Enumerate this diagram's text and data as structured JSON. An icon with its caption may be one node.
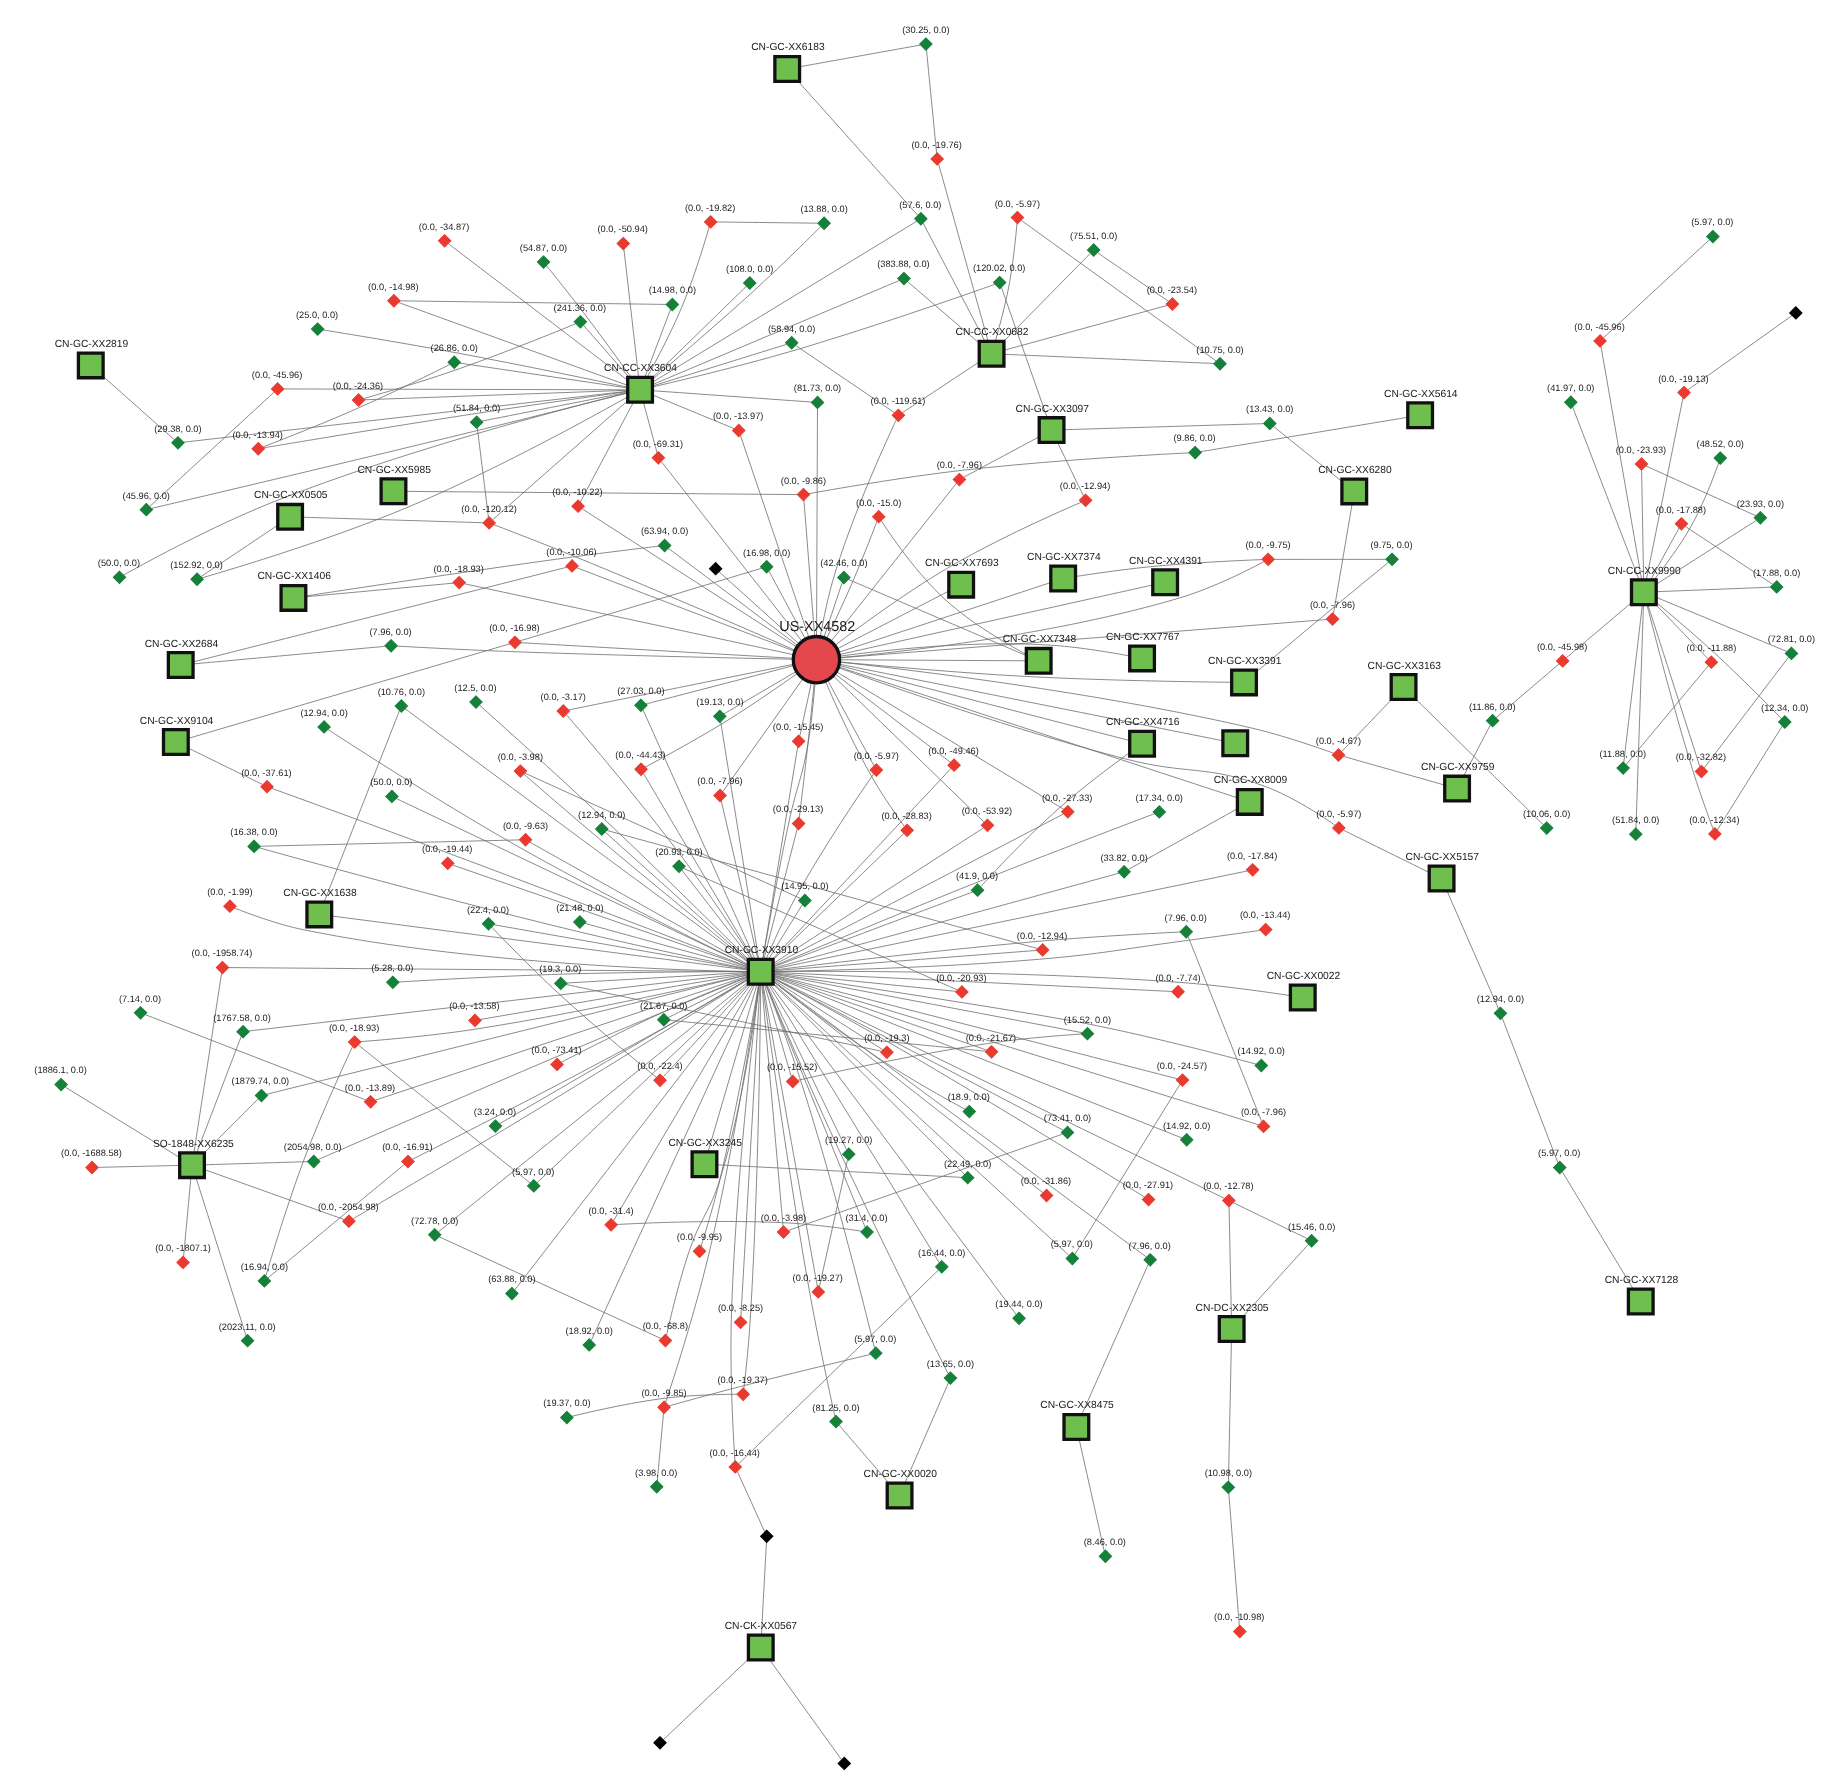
{
  "diagram": {
    "nodes": [
      {
        "text": [
          "CN-CC-XX9990"
        ]
      },
      {
        "text": [
          "CN-GC-XX9759"
        ]
      },
      {
        "text": [
          "CN-CK-XX0567"
        ]
      },
      {
        "text": [
          "CN-GC-XX3163"
        ]
      },
      {
        "text": [
          "CN-GC-XX5157"
        ]
      },
      {
        "text": [
          "CN-GC-XX2684"
        ]
      },
      {
        "text": [
          "CN-GC-XX9104"
        ]
      },
      {
        "text": [
          "CN-GC-XX0020"
        ]
      },
      {
        "text": [
          "CN-GC-XX7348"
        ]
      },
      {
        "text": [
          "CN-GC-XX6280"
        ]
      },
      {
        "text": [
          "CN-GC-XX7128"
        ]
      },
      {
        "text": [
          "CN-GC-XX0505"
        ]
      },
      {
        "text": [
          "CN-GC-XX7767"
        ]
      },
      {
        "text": [
          "CN-GC-XX3097"
        ]
      },
      {
        "text": [
          "US-XX4582"
        ]
      },
      {
        "text": [],
        "shape": "box"
      },
      {
        "text": [
          "CN-GC-XX4716"
        ]
      },
      {
        "text": [
          "CN-GC-XX7693"
        ]
      },
      {
        "text": [
          "CN-CC-XX3604"
        ]
      },
      {
        "text": [
          "CN-GC-XX1638"
        ]
      },
      {
        "text": [
          "CN-GC-XX7374"
        ]
      },
      {
        "text": [
          "CN-GC-XX2819"
        ]
      },
      {
        "text": [
          "CN-GC-XX4391"
        ]
      },
      {
        "text": [
          "CN-GC-XX3391"
        ]
      },
      {
        "text": [
          "SO-1848-XX6235"
        ]
      },
      {
        "text": [
          "CN-GC-XX3910"
        ]
      },
      {
        "text": [
          "CN-GC-XX0022"
        ]
      },
      {
        "text": [
          "CN-GC-XX3245"
        ]
      },
      {
        "text": [
          "CN-GC-XX8009"
        ]
      },
      {
        "text": [
          "CN-GC-XX8475"
        ]
      },
      {
        "text": [
          "CN-CC-XX0682"
        ]
      },
      {
        "text": [
          "CN-GC-XX6183"
        ]
      },
      {
        "text": [
          "CN-GC-XX1406"
        ]
      },
      {
        "text": [
          "CN-GC-XX5985"
        ]
      },
      {
        "text": [
          "CN-GC-XX5614"
        ]
      },
      {
        "text": [
          "CN-DC-XX2305"
        ]
      },
      {
        "text": [],
        "shape": "diamond"
      },
      {
        "text": [],
        "shape": "diamond"
      },
      {
        "text": [],
        "shape": "diamond"
      },
      {
        "text": [],
        "shape": "diamond"
      },
      {
        "text": [],
        "shape": "diamond"
      },
      {
        "text": [
          "(5.97, 0.0)"
        ]
      },
      {
        "text": [
          "(0.0, -45.96)"
        ]
      },
      {
        "text": [
          "(72.81, 0.0)"
        ]
      },
      {
        "text": [
          "(11.88, 0.0)"
        ]
      },
      {
        "text": [
          "(0.0, -11.88)"
        ]
      },
      {
        "text": [
          "(0.0, -12.34)"
        ]
      },
      {
        "text": [
          "(0.0, -32.82)"
        ]
      },
      {
        "text": [
          "(12.34, 0.0)"
        ]
      },
      {
        "text": [
          "(17.88, 0.0)"
        ]
      },
      {
        "text": [
          "(0.0, -17.88)"
        ]
      },
      {
        "text": [
          "(23.93, 0.0)"
        ]
      },
      {
        "text": [
          "(0.0, -23.93)"
        ]
      },
      {
        "text": [
          "(0.0, -19.13)"
        ]
      },
      {
        "text": [
          "(48.52, 0.0)"
        ]
      },
      {
        "text": [
          "(51.84, 0.0)"
        ]
      },
      {
        "text": [
          "(41.97, 0.0)"
        ]
      },
      {
        "text": [
          "(0.0, -45.98)"
        ]
      },
      {
        "text": [
          "(11.86, 0.0)"
        ]
      },
      {
        "text": [
          "(16.98, 0.0)"
        ]
      },
      {
        "text": [
          "(0.0, -16.98)"
        ]
      },
      {
        "text": [
          "(13.65, 0.0)"
        ]
      },
      {
        "text": [
          "(0.0, -15.0)"
        ]
      },
      {
        "text": [
          "(10.06, 0.0)"
        ]
      },
      {
        "text": [
          "(0.0, -4.67)"
        ]
      },
      {
        "text": [
          "(7.96, 0.0)"
        ]
      },
      {
        "text": [
          "(0.0, -10.06)"
        ]
      },
      {
        "text": [
          "(0.0, -5.97)"
        ]
      },
      {
        "text": [
          "(12.94, 0.0)"
        ]
      },
      {
        "text": [
          "(5.97, 0.0)"
        ]
      },
      {
        "text": [
          "(0.0, -7.96)"
        ]
      },
      {
        "text": [
          "(13.43, 0.0)"
        ]
      },
      {
        "text": [
          "(0.0, -37.61)"
        ]
      },
      {
        "text": [
          "(42.46, 0.0)"
        ]
      },
      {
        "text": [
          "(0.0, -5.97)"
        ]
      },
      {
        "text": [
          "(0.0, -12.94)"
        ]
      },
      {
        "text": [
          "(0.0, -7.96)"
        ]
      },
      {
        "text": [
          "(0.0, -29.13)"
        ]
      },
      {
        "text": [
          "(81.25, 0.0)"
        ]
      },
      {
        "text": [
          "(0.0, -27.33)"
        ]
      },
      {
        "text": [
          "(41.9, 0.0)"
        ]
      },
      {
        "text": [
          "(0.0, -44.43)"
        ]
      },
      {
        "text": [
          "(0.0, -49.46)"
        ]
      },
      {
        "text": [
          "(0.0, -53.92)"
        ]
      },
      {
        "text": [
          "(19.13, 0.0)"
        ]
      },
      {
        "text": [
          "(10.76, 0.0)"
        ]
      },
      {
        "text": [
          "(0.0, -15.45)"
        ]
      },
      {
        "text": [
          "(0.0, -3.17)"
        ]
      },
      {
        "text": [
          "(27.03, 0.0)"
        ]
      },
      {
        "text": [
          "(0.0, -28.83)"
        ]
      },
      {
        "text": [
          "(0.0, -18.93)"
        ]
      },
      {
        "text": [
          "(0.0, -9.86)"
        ]
      },
      {
        "text": [
          "(9.75, 0.0)"
        ]
      },
      {
        "text": [
          "(0.0, -9.75)"
        ]
      },
      {
        "text": [
          "(0.0, -7.96)"
        ]
      },
      {
        "text": [
          "(33.82, 0.0)"
        ]
      },
      {
        "text": [
          "(7.96, 0.0)"
        ]
      },
      {
        "text": [
          "(8.46, 0.0)"
        ]
      },
      {
        "text": [
          "(22.49, 0.0)"
        ]
      },
      {
        "text": [
          "(3.24, 0.0)"
        ]
      },
      {
        "text": [
          "(63.94, 0.0)"
        ]
      },
      {
        "text": [
          "(9.86, 0.0)"
        ]
      },
      {
        "text": [
          "(0.0, -69.31)"
        ]
      },
      {
        "text": [
          "(0.0, -10.22)"
        ]
      },
      {
        "text": [
          "(29.38, 0.0)"
        ]
      },
      {
        "text": [
          "(0.0, -120.12)"
        ]
      },
      {
        "text": [
          "(120.02, 0.0)"
        ]
      },
      {
        "text": [
          "(51.84, 0.0)"
        ]
      },
      {
        "text": [
          "(152.92, 0.0)"
        ]
      },
      {
        "text": [
          "(0.0, -50.94)"
        ]
      },
      {
        "text": [
          "(108.0, 0.0)"
        ]
      },
      {
        "text": [
          "(14.98, 0.0)"
        ]
      },
      {
        "text": [
          "(0.0, -34.87)"
        ]
      },
      {
        "text": [
          "(0.0, -14.98)"
        ]
      },
      {
        "text": [
          "(45.96, 0.0)"
        ]
      },
      {
        "text": [
          "(54.87, 0.0)"
        ]
      },
      {
        "text": [
          "(25.0, 0.0)"
        ]
      },
      {
        "text": [
          "(0.0, -45.96)"
        ]
      },
      {
        "text": [
          "(81.73, 0.0)"
        ]
      },
      {
        "text": [
          "(0.0, -19.82)"
        ]
      },
      {
        "text": [
          "(50.0, 0.0)"
        ]
      },
      {
        "text": [
          "(0.0, -24.36)"
        ]
      },
      {
        "text": [
          "(13.88, 0.0)"
        ]
      },
      {
        "text": [
          "(26.86, 0.0)"
        ]
      },
      {
        "text": [
          "(241.36, 0.0)"
        ]
      },
      {
        "text": [
          "(0.0, -13.94)"
        ]
      },
      {
        "text": [
          "(0.0, -13.97)"
        ]
      },
      {
        "text": [
          "(58.94, 0.0)"
        ]
      },
      {
        "text": [
          "(0.0, -119.61)"
        ]
      },
      {
        "text": [
          "(383.88, 0.0)"
        ]
      },
      {
        "text": [
          "(57.6, 0.0)"
        ]
      },
      {
        "text": [
          "(75.51, 0.0)"
        ]
      },
      {
        "text": [
          "(10.75, 0.0)"
        ]
      },
      {
        "text": [
          "(0.0, -23.54)"
        ]
      },
      {
        "text": [
          "(0.0, -5.97)"
        ]
      },
      {
        "text": [
          "(0.0, -19.76)"
        ]
      },
      {
        "text": [
          "(30.25, 0.0)"
        ]
      },
      {
        "text": [
          "(2023.11, 0.0)"
        ]
      },
      {
        "text": [
          "(0.0, -1688.58)"
        ]
      },
      {
        "text": [
          "(0.0, -1807.1)"
        ]
      },
      {
        "text": [
          "(1886.1, 0.0)"
        ]
      },
      {
        "text": [
          "(0.0, -2054.98)"
        ]
      },
      {
        "text": [
          "(1879.74, 0.0)"
        ]
      },
      {
        "text": [
          "(2054.98, 0.0)"
        ]
      },
      {
        "text": [
          "(1767.58, 0.0)"
        ]
      },
      {
        "text": [
          "(0.0, -1958.74)"
        ]
      },
      {
        "text": [
          "(12.94, 0.0)"
        ]
      },
      {
        "text": [
          "(0.0, -16.44)"
        ]
      },
      {
        "text": [
          "(12.5, 0.0)"
        ]
      },
      {
        "text": [
          "(0.0, -12.94)"
        ]
      },
      {
        "text": [
          "(16.44, 0.0)"
        ]
      },
      {
        "text": [
          "(0.0, -8.25)"
        ]
      },
      {
        "text": [
          "(0.0, -9.95)"
        ]
      },
      {
        "text": [
          "(0.0, -31.4)"
        ]
      },
      {
        "text": [
          "(31.4, 0.0)"
        ]
      },
      {
        "text": [
          "(0.0, -19.27)"
        ]
      },
      {
        "text": [
          "(14.92, 0.0)"
        ]
      },
      {
        "text": [
          "(0.0, -19.3)"
        ]
      },
      {
        "text": [
          "(63.88, 0.0)"
        ]
      },
      {
        "text": [
          "(19.3, 0.0)"
        ]
      },
      {
        "text": [
          "(19.27, 0.0)"
        ]
      },
      {
        "text": [
          "(0.0, -13.58)"
        ]
      },
      {
        "text": [
          "(0.0, -27.91)"
        ]
      },
      {
        "text": [
          "(12.94, 0.0)"
        ]
      },
      {
        "text": [
          "(0.0, -13.44)"
        ]
      },
      {
        "text": [
          "(0.0, -7.74)"
        ]
      },
      {
        "text": [
          "(18.92, 0.0)"
        ]
      },
      {
        "text": [
          "(0.0, -31.86)"
        ]
      },
      {
        "text": [
          "(21.48, 0.0)"
        ]
      },
      {
        "text": [
          "(50.0, 0.0)"
        ]
      },
      {
        "text": [
          "(0.0, -22.4)"
        ]
      },
      {
        "text": [
          "(18.9, 0.0)"
        ]
      },
      {
        "text": [
          "(22.4, 0.0)"
        ]
      },
      {
        "text": [
          "(0.0, -24.57)"
        ]
      },
      {
        "text": [
          "(0.0, -19.44)"
        ]
      },
      {
        "text": [
          "(5.97, 0.0)"
        ]
      },
      {
        "text": [
          "(0.0, -3.98)"
        ]
      },
      {
        "text": [
          "(73.41, 0.0)"
        ]
      },
      {
        "text": [
          "(19.44, 0.0)"
        ]
      },
      {
        "text": [
          "(0.0, -21.67)"
        ]
      },
      {
        "text": [
          "(0.0, -3.98)"
        ]
      },
      {
        "text": [
          "(14.95, 0.0)"
        ]
      },
      {
        "text": [
          "(0.0, -73.41)"
        ]
      },
      {
        "text": [
          "(0.0, -17.84)"
        ]
      },
      {
        "text": [
          "(17.34, 0.0)"
        ]
      },
      {
        "text": [
          "(5.97, 0.0)"
        ]
      },
      {
        "text": [
          "(72.78, 0.0)"
        ]
      },
      {
        "text": [
          "(0.0, -15.52)"
        ]
      },
      {
        "text": [
          "(0.0, -1.99)"
        ]
      },
      {
        "text": [
          "(0.0, -9.85)"
        ]
      },
      {
        "text": [
          "(0.0, -68.8)"
        ]
      },
      {
        "text": [
          "(3.98, 0.0)"
        ]
      },
      {
        "text": [
          "(15.52, 0.0)"
        ]
      },
      {
        "text": [
          "(14.92, 0.0)"
        ]
      },
      {
        "text": [
          "(5.97, 0.0)"
        ]
      },
      {
        "text": [
          "(0.0, -16.91)"
        ]
      },
      {
        "text": [
          "(0.0, -18.93)"
        ]
      },
      {
        "text": [
          "(16.94, 0.0)"
        ]
      },
      {
        "text": [
          "(0.0, -19.37)"
        ]
      },
      {
        "text": [
          "(19.37, 0.0)"
        ]
      },
      {
        "text": [
          "(20.93, 0.0)"
        ]
      },
      {
        "text": [
          "(7.96, 0.0)"
        ]
      },
      {
        "text": [
          "(0.0, -20.93)"
        ]
      },
      {
        "text": [
          "(0.0, -7.96)"
        ]
      },
      {
        "text": [
          "(0.0, -9.63)"
        ]
      },
      {
        "text": [
          "(16.38, 0.0)"
        ]
      },
      {
        "text": [
          "(0.0, -13.89)"
        ]
      },
      {
        "text": [
          "(7.14, 0.0)"
        ]
      },
      {
        "text": [
          "(5.28, 0.0)"
        ]
      },
      {
        "text": [
          "(0.0, -12.78)"
        ]
      },
      {
        "text": [
          "(15.46, 0.0)"
        ]
      },
      {
        "text": [
          "(10.98, 0.0)"
        ]
      },
      {
        "text": [
          "(0.0, -10.98)"
        ]
      },
      {
        "text": [
          "(21.67, 0.0)"
        ]
      }
    ],
    "edges": [
      {
        "from": 41,
        "to": 42,
        "arrow": "none"
      },
      {
        "from": 42,
        "to": 0,
        "arrow": "none"
      },
      {
        "from": 43,
        "to": 0,
        "arrow": "none"
      },
      {
        "from": 43,
        "to": 47,
        "arrow": "none"
      },
      {
        "from": 44,
        "to": 0,
        "arrow": "none"
      },
      {
        "from": 44,
        "to": 45,
        "arrow": "none"
      },
      {
        "from": 45,
        "to": 0,
        "arrow": "none"
      },
      {
        "from": 46,
        "to": 0,
        "arrow": "none"
      },
      {
        "from": 46,
        "to": 48,
        "arrow": "none"
      },
      {
        "from": 47,
        "to": 0,
        "arrow": "none"
      },
      {
        "from": 48,
        "to": 0,
        "arrow": "none"
      },
      {
        "from": 49,
        "to": 0,
        "arrow": "none"
      },
      {
        "from": 49,
        "to": 50,
        "arrow": "none"
      },
      {
        "from": 50,
        "to": 0,
        "arrow": "none"
      },
      {
        "from": 51,
        "to": 0,
        "arrow": "none"
      },
      {
        "from": 51,
        "to": 52,
        "arrow": "none"
      },
      {
        "from": 52,
        "to": 0,
        "arrow": "none"
      },
      {
        "from": 53,
        "to": 0,
        "arrow": "none"
      },
      {
        "from": 53,
        "to": 40,
        "arrow": "none"
      },
      {
        "from": 54,
        "to": 0,
        "arrow": "none"
      },
      {
        "from": 55,
        "to": 0,
        "arrow": "none"
      },
      {
        "from": 56,
        "to": 0,
        "arrow": "none"
      },
      {
        "from": 57,
        "to": 0,
        "arrow": "none"
      },
      {
        "from": 57,
        "to": 58,
        "arrow": "none"
      },
      {
        "from": 58,
        "to": 1,
        "arrow": "none"
      },
      {
        "from": 1,
        "to": 64,
        "arrow": "none"
      },
      {
        "from": 36,
        "to": 2,
        "arrow": "none"
      },
      {
        "from": 37,
        "to": 2,
        "arrow": "none"
      },
      {
        "from": 2,
        "to": 38,
        "arrow": "none"
      },
      {
        "from": 38,
        "to": 147,
        "arrow": "none"
      },
      {
        "from": 39,
        "to": 14,
        "arrow": "none"
      },
      {
        "from": 59,
        "to": 60,
        "arrow": "none"
      },
      {
        "from": 59,
        "to": 14,
        "arrow": "none"
      },
      {
        "from": 60,
        "to": 6,
        "arrow": "none"
      },
      {
        "from": 60,
        "to": 14,
        "arrow": "none"
      },
      {
        "from": 61,
        "to": 7,
        "arrow": "none"
      },
      {
        "from": 61,
        "to": 25,
        "arrow": "none"
      },
      {
        "from": 62,
        "to": 8,
        "arrow": "none"
      },
      {
        "from": 62,
        "to": 14,
        "arrow": "none"
      },
      {
        "from": 63,
        "to": 3,
        "arrow": "none"
      },
      {
        "from": 64,
        "to": 3,
        "arrow": "none"
      },
      {
        "from": 64,
        "to": 14,
        "arrow": "none"
      },
      {
        "from": 65,
        "to": 5,
        "arrow": "none"
      },
      {
        "from": 65,
        "to": 14,
        "arrow": "none"
      },
      {
        "from": 66,
        "to": 5,
        "arrow": "none"
      },
      {
        "from": 66,
        "to": 14,
        "arrow": "none"
      },
      {
        "from": 67,
        "to": 4,
        "arrow": "none"
      },
      {
        "from": 67,
        "to": 14,
        "arrow": "none"
      },
      {
        "from": 68,
        "to": 4,
        "arrow": "none"
      },
      {
        "from": 68,
        "to": 69,
        "arrow": "none"
      },
      {
        "from": 69,
        "to": 10,
        "arrow": "none"
      },
      {
        "from": 70,
        "to": 9,
        "arrow": "none"
      },
      {
        "from": 70,
        "to": 14,
        "arrow": "none"
      },
      {
        "from": 71,
        "to": 9,
        "arrow": "none"
      },
      {
        "from": 71,
        "to": 13,
        "arrow": "none"
      },
      {
        "from": 72,
        "to": 6,
        "arrow": "none"
      },
      {
        "from": 72,
        "to": 25,
        "arrow": "none"
      },
      {
        "from": 73,
        "to": 8,
        "arrow": "none"
      },
      {
        "from": 73,
        "to": 14,
        "arrow": "none"
      },
      {
        "from": 74,
        "to": 14,
        "arrow": "none"
      },
      {
        "from": 74,
        "to": 25,
        "arrow": "none"
      },
      {
        "from": 75,
        "to": 13,
        "arrow": "none"
      },
      {
        "from": 75,
        "to": 14,
        "arrow": "none"
      },
      {
        "from": 76,
        "to": 13,
        "arrow": "none"
      },
      {
        "from": 76,
        "to": 14,
        "arrow": "none"
      },
      {
        "from": 77,
        "to": 25,
        "arrow": "none"
      },
      {
        "from": 77,
        "to": 14,
        "arrow": "none"
      },
      {
        "from": 78,
        "to": 25,
        "arrow": "none"
      },
      {
        "from": 78,
        "to": 7,
        "arrow": "none"
      },
      {
        "from": 79,
        "to": 25,
        "arrow": "none"
      },
      {
        "from": 79,
        "to": 14,
        "arrow": "none"
      },
      {
        "from": 80,
        "to": 25,
        "arrow": "none"
      },
      {
        "from": 80,
        "to": 16,
        "arrow": "none"
      },
      {
        "from": 81,
        "to": 25,
        "arrow": "none"
      },
      {
        "from": 81,
        "to": 14,
        "arrow": "none"
      },
      {
        "from": 82,
        "to": 25,
        "arrow": "none"
      },
      {
        "from": 82,
        "to": 14,
        "arrow": "none"
      },
      {
        "from": 83,
        "to": 25,
        "arrow": "none"
      },
      {
        "from": 83,
        "to": 14,
        "arrow": "none"
      },
      {
        "from": 84,
        "to": 25,
        "arrow": "none"
      },
      {
        "from": 84,
        "to": 14,
        "arrow": "none"
      },
      {
        "from": 85,
        "to": 25,
        "arrow": "none"
      },
      {
        "from": 85,
        "to": 19,
        "arrow": "none"
      },
      {
        "from": 86,
        "to": 14,
        "arrow": "none"
      },
      {
        "from": 86,
        "to": 25,
        "arrow": "none"
      },
      {
        "from": 87,
        "to": 25,
        "arrow": "none"
      },
      {
        "from": 87,
        "to": 14,
        "arrow": "none"
      },
      {
        "from": 88,
        "to": 25,
        "arrow": "none"
      },
      {
        "from": 88,
        "to": 14,
        "arrow": "none"
      },
      {
        "from": 89,
        "to": 14,
        "arrow": "none"
      },
      {
        "from": 89,
        "to": 25,
        "arrow": "none"
      },
      {
        "from": 90,
        "to": 14,
        "arrow": "none"
      },
      {
        "from": 90,
        "to": 32,
        "arrow": "none"
      },
      {
        "from": 91,
        "to": 14,
        "arrow": "none"
      },
      {
        "from": 91,
        "to": 33,
        "arrow": "none"
      },
      {
        "from": 92,
        "to": 23,
        "arrow": "none"
      },
      {
        "from": 92,
        "to": 93,
        "arrow": "none"
      },
      {
        "from": 93,
        "to": 14,
        "arrow": "none"
      },
      {
        "from": 93,
        "to": 20,
        "arrow": "none"
      },
      {
        "from": 94,
        "to": 14,
        "arrow": "none"
      },
      {
        "from": 94,
        "to": 25,
        "arrow": "none"
      },
      {
        "from": 95,
        "to": 28,
        "arrow": "none"
      },
      {
        "from": 95,
        "to": 25,
        "arrow": "none"
      },
      {
        "from": 96,
        "to": 29,
        "arrow": "none"
      },
      {
        "from": 96,
        "to": 25,
        "arrow": "none"
      },
      {
        "from": 97,
        "to": 29,
        "arrow": "none"
      },
      {
        "from": 98,
        "to": 25,
        "arrow": "none"
      },
      {
        "from": 98,
        "to": 27,
        "arrow": "none"
      },
      {
        "from": 99,
        "to": 25,
        "arrow": "none"
      },
      {
        "from": 100,
        "to": 32,
        "arrow": "none"
      },
      {
        "from": 100,
        "to": 14,
        "arrow": "none"
      },
      {
        "from": 101,
        "to": 34,
        "arrow": "none"
      },
      {
        "from": 101,
        "to": 91,
        "arrow": "none"
      },
      {
        "from": 102,
        "to": 14,
        "arrow": "none"
      },
      {
        "from": 102,
        "to": 18,
        "arrow": "none"
      },
      {
        "from": 103,
        "to": 14,
        "arrow": "none"
      },
      {
        "from": 103,
        "to": 18,
        "arrow": "none"
      },
      {
        "from": 104,
        "to": 21,
        "arrow": "none"
      },
      {
        "from": 104,
        "to": 18,
        "arrow": "none"
      },
      {
        "from": 105,
        "to": 14,
        "arrow": "none"
      },
      {
        "from": 105,
        "to": 11,
        "arrow": "none"
      },
      {
        "from": 105,
        "to": 18,
        "arrow": "none"
      },
      {
        "from": 106,
        "to": 13,
        "arrow": "none"
      },
      {
        "from": 106,
        "to": 18,
        "arrow": "none"
      },
      {
        "from": 107,
        "to": 18,
        "arrow": "none"
      },
      {
        "from": 107,
        "to": 105,
        "arrow": "none"
      },
      {
        "from": 108,
        "to": 11,
        "arrow": "none"
      },
      {
        "from": 108,
        "to": 18,
        "arrow": "none"
      },
      {
        "from": 109,
        "to": 18,
        "arrow": "none"
      },
      {
        "from": 110,
        "to": 18,
        "arrow": "none"
      },
      {
        "from": 111,
        "to": 18,
        "arrow": "none"
      },
      {
        "from": 111,
        "to": 113,
        "arrow": "none"
      },
      {
        "from": 112,
        "to": 18,
        "arrow": "none"
      },
      {
        "from": 113,
        "to": 18,
        "arrow": "none"
      },
      {
        "from": 114,
        "to": 18,
        "arrow": "none"
      },
      {
        "from": 114,
        "to": 117,
        "arrow": "none"
      },
      {
        "from": 115,
        "to": 18,
        "arrow": "none"
      },
      {
        "from": 116,
        "to": 18,
        "arrow": "none"
      },
      {
        "from": 117,
        "to": 18,
        "arrow": "none"
      },
      {
        "from": 118,
        "to": 18,
        "arrow": "none"
      },
      {
        "from": 118,
        "to": 14,
        "arrow": "none"
      },
      {
        "from": 119,
        "to": 18,
        "arrow": "none"
      },
      {
        "from": 119,
        "to": 122,
        "arrow": "none"
      },
      {
        "from": 120,
        "to": 18,
        "arrow": "none"
      },
      {
        "from": 121,
        "to": 18,
        "arrow": "none"
      },
      {
        "from": 121,
        "to": 124,
        "arrow": "none"
      },
      {
        "from": 122,
        "to": 18,
        "arrow": "none"
      },
      {
        "from": 123,
        "to": 18,
        "arrow": "none"
      },
      {
        "from": 123,
        "to": 125,
        "arrow": "none"
      },
      {
        "from": 124,
        "to": 18,
        "arrow": "none"
      },
      {
        "from": 125,
        "to": 18,
        "arrow": "none"
      },
      {
        "from": 126,
        "to": 18,
        "arrow": "none"
      },
      {
        "from": 126,
        "to": 14,
        "arrow": "none"
      },
      {
        "from": 127,
        "to": 18,
        "arrow": "none"
      },
      {
        "from": 127,
        "to": 128,
        "arrow": "none"
      },
      {
        "from": 128,
        "to": 14,
        "arrow": "none"
      },
      {
        "from": 128,
        "to": 30,
        "arrow": "none"
      },
      {
        "from": 129,
        "to": 18,
        "arrow": "none"
      },
      {
        "from": 129,
        "to": 30,
        "arrow": "none"
      },
      {
        "from": 130,
        "to": 30,
        "arrow": "none"
      },
      {
        "from": 130,
        "to": 18,
        "arrow": "none"
      },
      {
        "from": 131,
        "to": 30,
        "arrow": "none"
      },
      {
        "from": 132,
        "to": 30,
        "arrow": "none"
      },
      {
        "from": 133,
        "to": 30,
        "arrow": "none"
      },
      {
        "from": 133,
        "to": 131,
        "arrow": "none"
      },
      {
        "from": 134,
        "to": 30,
        "arrow": "none"
      },
      {
        "from": 134,
        "to": 132,
        "arrow": "none"
      },
      {
        "from": 135,
        "to": 30,
        "arrow": "none"
      },
      {
        "from": 135,
        "to": 136,
        "arrow": "none"
      },
      {
        "from": 136,
        "to": 31,
        "arrow": "none"
      },
      {
        "from": 15,
        "to": 14,
        "arrow": "none"
      },
      {
        "from": 8,
        "to": 14,
        "arrow": "none"
      },
      {
        "from": 12,
        "to": 14,
        "arrow": "none"
      },
      {
        "from": 17,
        "to": 14,
        "arrow": "none"
      },
      {
        "from": 16,
        "to": 14,
        "arrow": "none"
      },
      {
        "from": 20,
        "to": 14,
        "arrow": "none"
      },
      {
        "from": 22,
        "to": 14,
        "arrow": "none"
      },
      {
        "from": 28,
        "to": 14,
        "arrow": "none"
      },
      {
        "from": 25,
        "to": 14,
        "arrow": "none"
      },
      {
        "from": 26,
        "to": 25,
        "arrow": "none"
      },
      {
        "from": 27,
        "to": 25,
        "arrow": "none"
      },
      {
        "from": 19,
        "to": 25,
        "arrow": "none"
      },
      {
        "from": 23,
        "to": 14,
        "arrow": "none"
      },
      {
        "from": 130,
        "to": 31,
        "arrow": "none"
      },
      {
        "from": 137,
        "to": 24,
        "arrow": "none"
      },
      {
        "from": 138,
        "to": 24,
        "arrow": "none"
      },
      {
        "from": 139,
        "to": 24,
        "arrow": "none"
      },
      {
        "from": 140,
        "to": 24,
        "arrow": "none"
      },
      {
        "from": 141,
        "to": 24,
        "arrow": "none"
      },
      {
        "from": 141,
        "to": 25,
        "arrow": "none"
      },
      {
        "from": 142,
        "to": 24,
        "arrow": "none"
      },
      {
        "from": 142,
        "to": 25,
        "arrow": "none"
      },
      {
        "from": 143,
        "to": 24,
        "arrow": "none"
      },
      {
        "from": 143,
        "to": 25,
        "arrow": "none"
      },
      {
        "from": 144,
        "to": 24,
        "arrow": "none"
      },
      {
        "from": 144,
        "to": 25,
        "arrow": "none"
      },
      {
        "from": 145,
        "to": 24,
        "arrow": "none"
      },
      {
        "from": 145,
        "to": 25,
        "arrow": "none"
      },
      {
        "from": 146,
        "to": 25,
        "arrow": "none"
      },
      {
        "from": 147,
        "to": 25,
        "arrow": "none"
      },
      {
        "from": 148,
        "to": 25,
        "arrow": "none"
      },
      {
        "from": 149,
        "to": 25,
        "arrow": "none"
      },
      {
        "from": 149,
        "to": 146,
        "arrow": "none"
      },
      {
        "from": 150,
        "to": 25,
        "arrow": "none"
      },
      {
        "from": 150,
        "to": 147,
        "arrow": "none"
      },
      {
        "from": 151,
        "to": 25,
        "arrow": "none"
      },
      {
        "from": 152,
        "to": 25,
        "arrow": "none"
      },
      {
        "from": 153,
        "to": 25,
        "arrow": "none"
      },
      {
        "from": 153,
        "to": 154,
        "arrow": "none"
      },
      {
        "from": 154,
        "to": 25,
        "arrow": "none"
      },
      {
        "from": 155,
        "to": 25,
        "arrow": "none"
      },
      {
        "from": 156,
        "to": 25,
        "arrow": "none"
      },
      {
        "from": 157,
        "to": 25,
        "arrow": "none"
      },
      {
        "from": 157,
        "to": 159,
        "arrow": "none"
      },
      {
        "from": 158,
        "to": 25,
        "arrow": "none"
      },
      {
        "from": 159,
        "to": 25,
        "arrow": "none"
      },
      {
        "from": 160,
        "to": 25,
        "arrow": "none"
      },
      {
        "from": 160,
        "to": 155,
        "arrow": "none"
      },
      {
        "from": 161,
        "to": 25,
        "arrow": "none"
      },
      {
        "from": 162,
        "to": 25,
        "arrow": "none"
      },
      {
        "from": 163,
        "to": 25,
        "arrow": "none"
      },
      {
        "from": 164,
        "to": 25,
        "arrow": "none"
      },
      {
        "from": 165,
        "to": 25,
        "arrow": "none"
      },
      {
        "from": 166,
        "to": 25,
        "arrow": "none"
      },
      {
        "from": 167,
        "to": 25,
        "arrow": "none"
      },
      {
        "from": 168,
        "to": 25,
        "arrow": "none"
      },
      {
        "from": 169,
        "to": 25,
        "arrow": "none"
      },
      {
        "from": 170,
        "to": 25,
        "arrow": "none"
      },
      {
        "from": 170,
        "to": 172,
        "arrow": "none"
      },
      {
        "from": 171,
        "to": 25,
        "arrow": "none"
      },
      {
        "from": 172,
        "to": 25,
        "arrow": "none"
      },
      {
        "from": 173,
        "to": 25,
        "arrow": "none"
      },
      {
        "from": 174,
        "to": 25,
        "arrow": "none"
      },
      {
        "from": 175,
        "to": 25,
        "arrow": "none"
      },
      {
        "from": 175,
        "to": 173,
        "arrow": "none"
      },
      {
        "from": 176,
        "to": 25,
        "arrow": "none"
      },
      {
        "from": 177,
        "to": 25,
        "arrow": "none"
      },
      {
        "from": 177,
        "to": 176,
        "arrow": "none"
      },
      {
        "from": 178,
        "to": 25,
        "arrow": "none"
      },
      {
        "from": 179,
        "to": 25,
        "arrow": "none"
      },
      {
        "from": 180,
        "to": 25,
        "arrow": "none"
      },
      {
        "from": 181,
        "to": 25,
        "arrow": "none"
      },
      {
        "from": 181,
        "to": 180,
        "arrow": "none"
      },
      {
        "from": 182,
        "to": 25,
        "arrow": "none"
      },
      {
        "from": 183,
        "to": 25,
        "arrow": "none"
      },
      {
        "from": 184,
        "to": 25,
        "arrow": "none"
      },
      {
        "from": 185,
        "to": 25,
        "arrow": "none"
      },
      {
        "from": 185,
        "to": 189,
        "arrow": "none"
      },
      {
        "from": 186,
        "to": 25,
        "arrow": "none"
      },
      {
        "from": 186,
        "to": 190,
        "arrow": "none"
      },
      {
        "from": 187,
        "to": 25,
        "arrow": "none"
      },
      {
        "from": 188,
        "to": 25,
        "arrow": "none"
      },
      {
        "from": 189,
        "to": 25,
        "arrow": "none"
      },
      {
        "from": 189,
        "to": 191,
        "arrow": "none"
      },
      {
        "from": 190,
        "to": 25,
        "arrow": "none"
      },
      {
        "from": 192,
        "to": 25,
        "arrow": "none"
      },
      {
        "from": 192,
        "to": 187,
        "arrow": "none"
      },
      {
        "from": 193,
        "to": 25,
        "arrow": "none"
      },
      {
        "from": 194,
        "to": 25,
        "arrow": "none"
      },
      {
        "from": 195,
        "to": 25,
        "arrow": "none"
      },
      {
        "from": 195,
        "to": 197,
        "arrow": "none"
      },
      {
        "from": 196,
        "to": 25,
        "arrow": "none"
      },
      {
        "from": 196,
        "to": 194,
        "arrow": "none"
      },
      {
        "from": 196,
        "to": 197,
        "arrow": "none"
      },
      {
        "from": 198,
        "to": 25,
        "arrow": "none"
      },
      {
        "from": 198,
        "to": 199,
        "arrow": "none"
      },
      {
        "from": 200,
        "to": 25,
        "arrow": "none"
      },
      {
        "from": 201,
        "to": 25,
        "arrow": "none"
      },
      {
        "from": 202,
        "to": 25,
        "arrow": "none"
      },
      {
        "from": 202,
        "to": 200,
        "arrow": "none"
      },
      {
        "from": 203,
        "to": 25,
        "arrow": "none"
      },
      {
        "from": 203,
        "to": 201,
        "arrow": "none"
      },
      {
        "from": 204,
        "to": 25,
        "arrow": "none"
      },
      {
        "from": 204,
        "to": 205,
        "arrow": "none"
      },
      {
        "from": 205,
        "to": 25,
        "arrow": "none"
      },
      {
        "from": 206,
        "to": 25,
        "arrow": "none"
      },
      {
        "from": 206,
        "to": 207,
        "arrow": "none"
      },
      {
        "from": 208,
        "to": 25,
        "arrow": "none"
      },
      {
        "from": 209,
        "to": 25,
        "arrow": "none"
      },
      {
        "from": 209,
        "to": 35,
        "arrow": "none"
      },
      {
        "from": 210,
        "to": 35,
        "arrow": "none"
      },
      {
        "from": 210,
        "to": 209,
        "arrow": "none"
      },
      {
        "from": 211,
        "to": 35,
        "arrow": "none"
      },
      {
        "from": 211,
        "to": 212,
        "arrow": "none"
      },
      {
        "from": 213,
        "to": 25,
        "arrow": "none"
      },
      {
        "from": 213,
        "to": 179,
        "arrow": "none"
      }
    ]
  }
}
